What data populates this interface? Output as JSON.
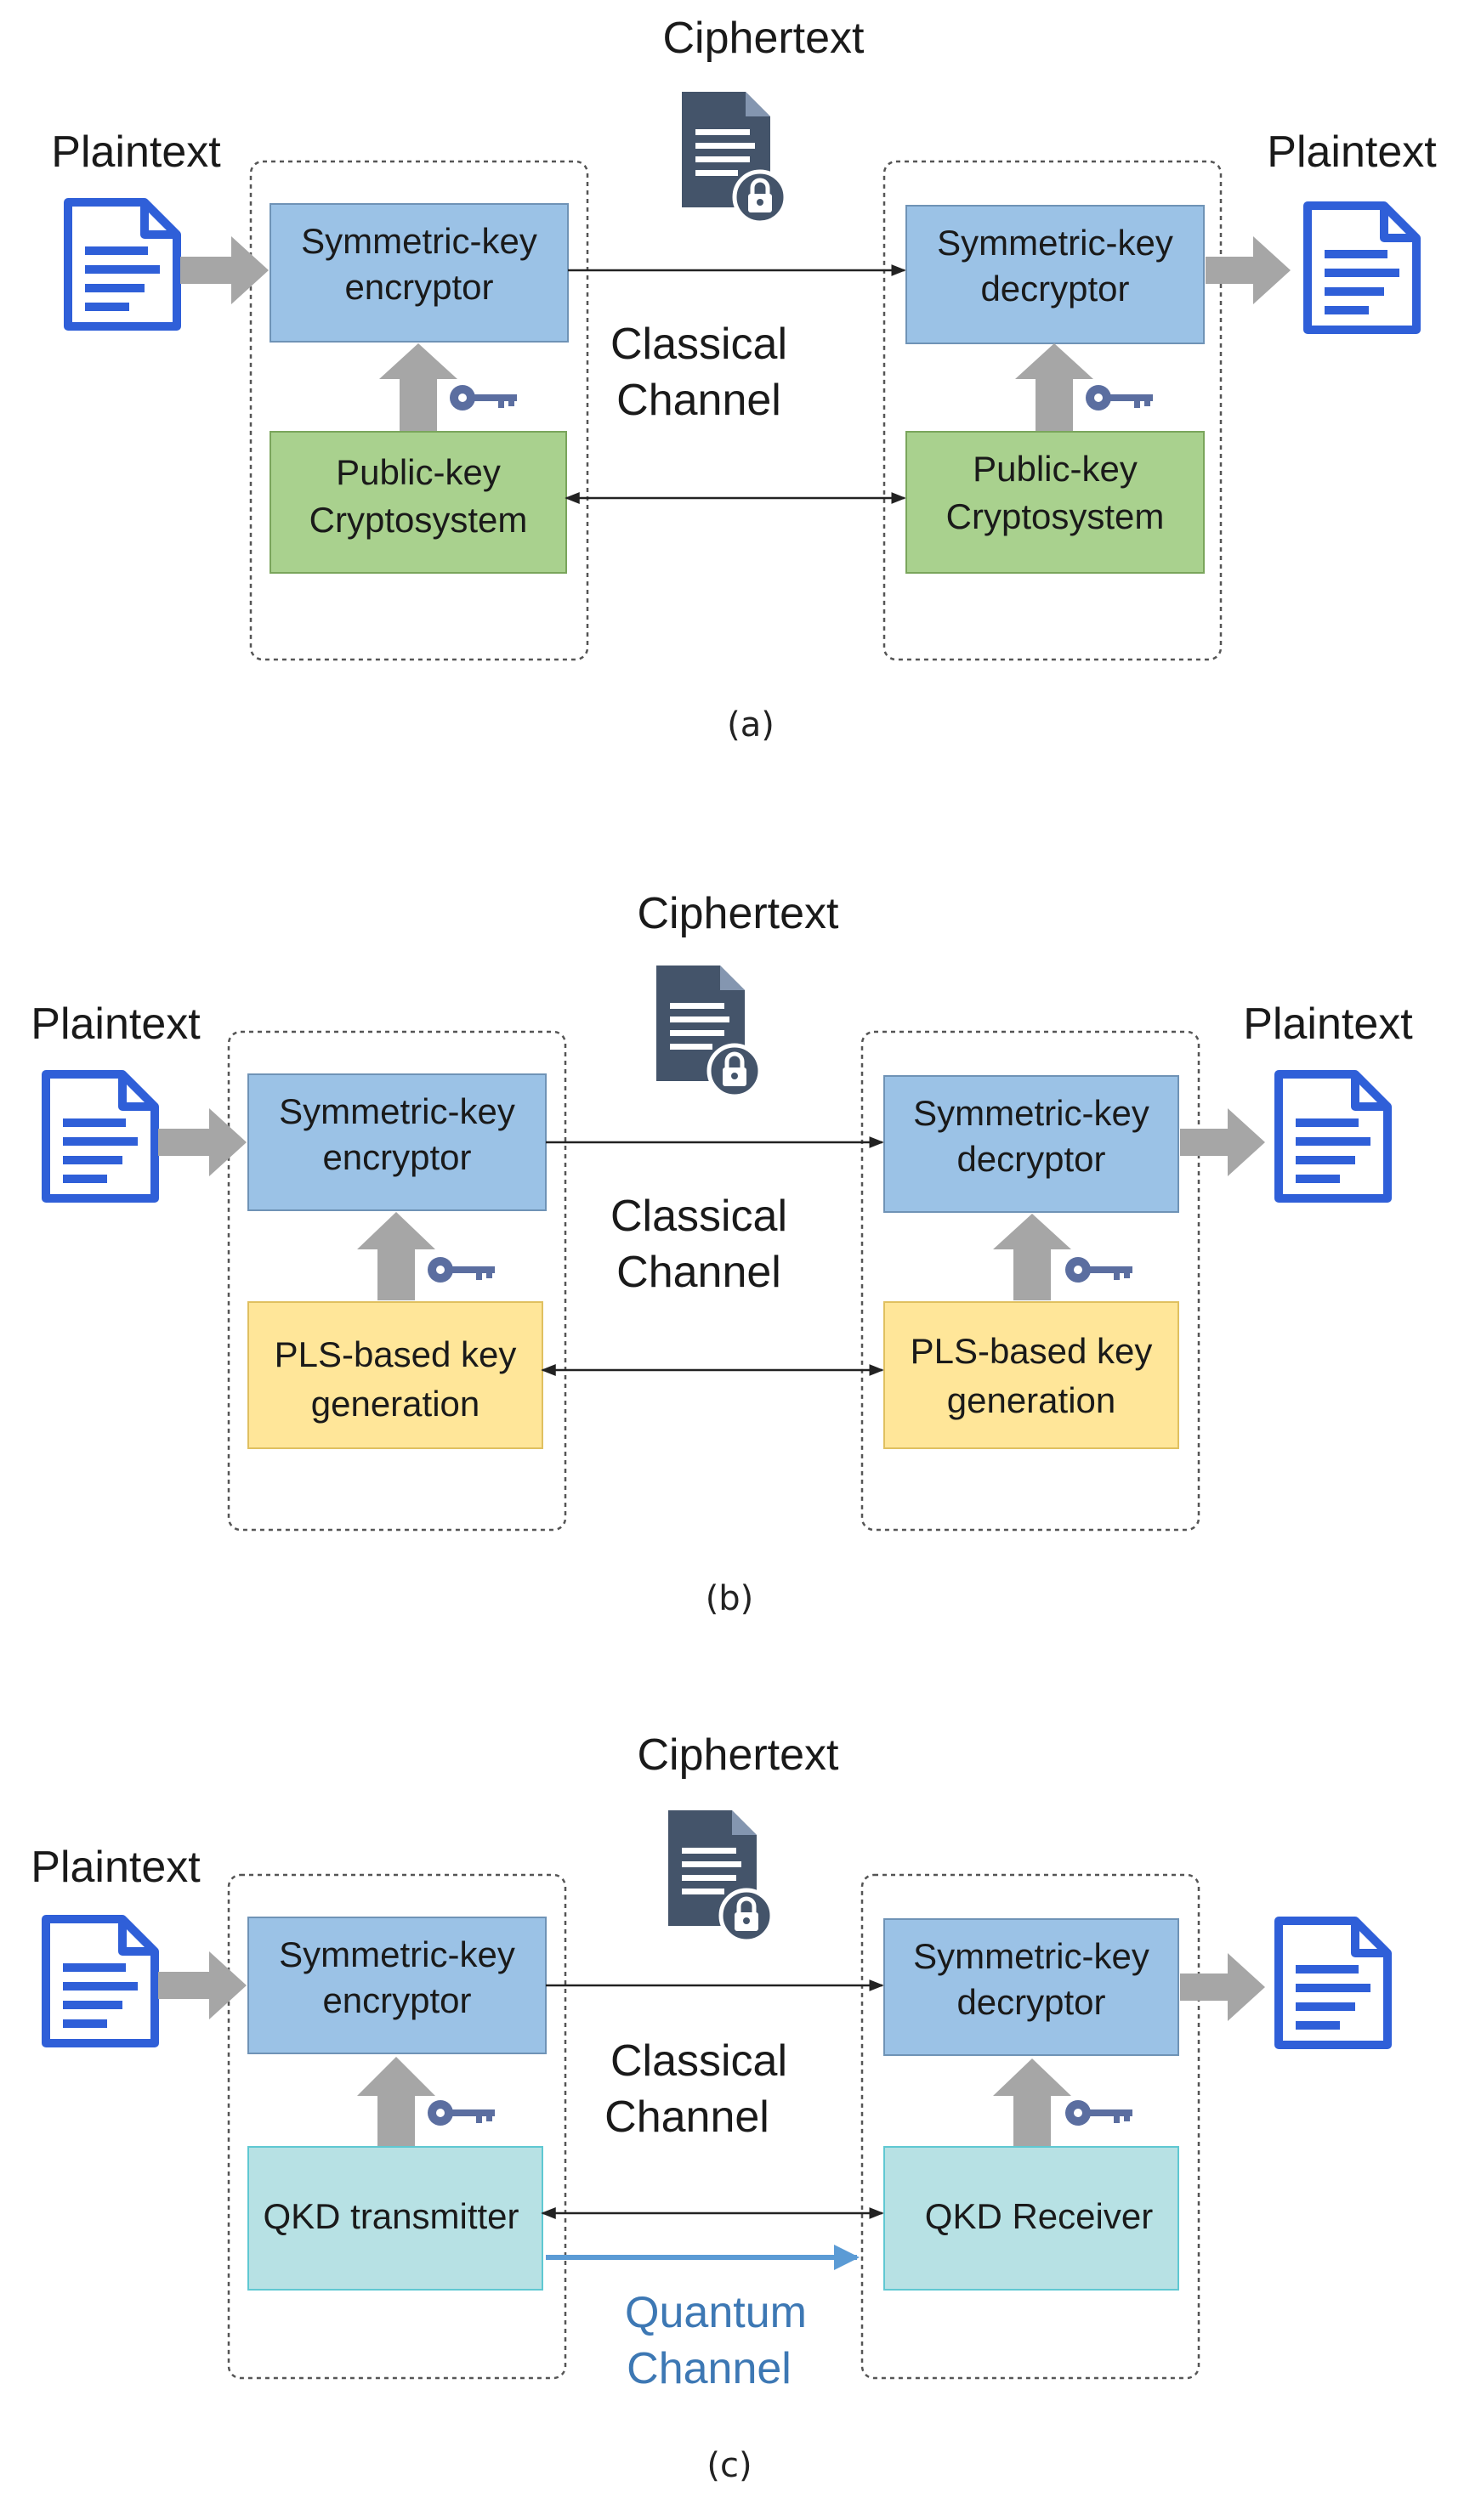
{
  "colors": {
    "symmetric_box": "#9bc2e6",
    "public_key_box": "#a9d18e",
    "pls_box": "#ffe699",
    "qkd_box": "#b7e1e4",
    "arrow_gray": "#a6a6a6",
    "document_icon": "#2f5fd8",
    "cipher_icon": "#44546a",
    "key_icon": "#5b6ea0",
    "quantum_arrow": "#5b9bd5",
    "quantum_label": "#3d78b4"
  },
  "icons": {
    "plaintext": "document-icon",
    "ciphertext": "locked-document-icon",
    "key": "key-icon"
  },
  "panel_a": {
    "caption": "(a)",
    "ciphertext": "Ciphertext",
    "plaintext_left": "Plaintext",
    "plaintext_right": "Plaintext",
    "enc_line1": "Symmetric-key",
    "enc_line2": "encryptor",
    "dec_line1": "Symmetric-key",
    "dec_line2": "decryptor",
    "channel_line1": "Classical",
    "channel_line2": "Channel",
    "keygen_left_line1": "Public-key",
    "keygen_left_line2": "Cryptosystem",
    "keygen_right_line1": "Public-key",
    "keygen_right_line2": "Cryptosystem"
  },
  "panel_b": {
    "caption": "(b)",
    "ciphertext": "Ciphertext",
    "plaintext_left": "Plaintext",
    "plaintext_right": "Plaintext",
    "enc_line1": "Symmetric-key",
    "enc_line2": "encryptor",
    "dec_line1": "Symmetric-key",
    "dec_line2": "decryptor",
    "channel_line1": "Classical",
    "channel_line2": "Channel",
    "keygen_left_line1": "PLS-based key",
    "keygen_left_line2": "generation",
    "keygen_right_line1": "PLS-based key",
    "keygen_right_line2": "generation"
  },
  "panel_c": {
    "caption": "(c)",
    "ciphertext": "Ciphertext",
    "plaintext_left": "Plaintext",
    "enc_line1": "Symmetric-key",
    "enc_line2": "encryptor",
    "dec_line1": "Symmetric-key",
    "dec_line2": "decryptor",
    "channel_line1": "Classical",
    "channel_line2": "Channel",
    "keygen_left": "QKD transmitter",
    "keygen_right": "QKD Receiver",
    "quantum_line1": "Quantum",
    "quantum_line2": "Channel"
  }
}
